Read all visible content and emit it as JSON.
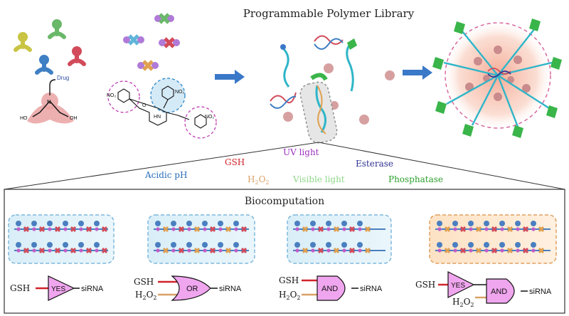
{
  "header": {
    "title": "Programmable Polymer Library"
  },
  "monomer": {
    "drug_label": "Drug",
    "oh_left": "HO",
    "oh_right": "OH",
    "nitrogen": "N"
  },
  "crosslinker": {
    "no2": "NO₂",
    "o": "O",
    "hn": "HN",
    "no2_alt": "NO₂"
  },
  "stimuli": {
    "gsh": "GSH",
    "uv": "UV light",
    "esterase": "Esterase",
    "acidic": "Acidic pH",
    "h2o2": "H",
    "h2o2_sub": "2",
    "h2o2_o": "O",
    "h2o2_sub2": "2",
    "visible": "Visible light",
    "phosphatase": "Phosphatase",
    "colors": {
      "gsh": "#d2232a",
      "uv": "#9b2fbf",
      "esterase": "#2e3192",
      "acidic": "#2a6ebb",
      "h2o2": "#d9a066",
      "visible": "#8fd88a",
      "phosphatase": "#2ca02c"
    }
  },
  "biocomputation": {
    "title": "Biocomputation",
    "gates": [
      {
        "type": "YES",
        "inputs": [
          "GSH"
        ],
        "output": "siRNA"
      },
      {
        "type": "OR",
        "inputs": [
          "GSH",
          "H",
          "2",
          "O",
          "2"
        ],
        "output": "siRNA"
      },
      {
        "type": "AND",
        "inputs": [
          "GSH",
          "H",
          "2",
          "O",
          "2"
        ],
        "output": "siRNA"
      },
      {
        "type": "YES-AND",
        "inputs": [
          "GSH",
          "H",
          "2",
          "O",
          "2"
        ],
        "gate1": "YES",
        "gate2": "AND",
        "output": "siRNA"
      }
    ]
  },
  "palette": {
    "pink_gate": "#f0a6ee",
    "box_blue": "#7fb8dc",
    "box_orange": "#e0a060",
    "arrow": "#3a78c8"
  }
}
